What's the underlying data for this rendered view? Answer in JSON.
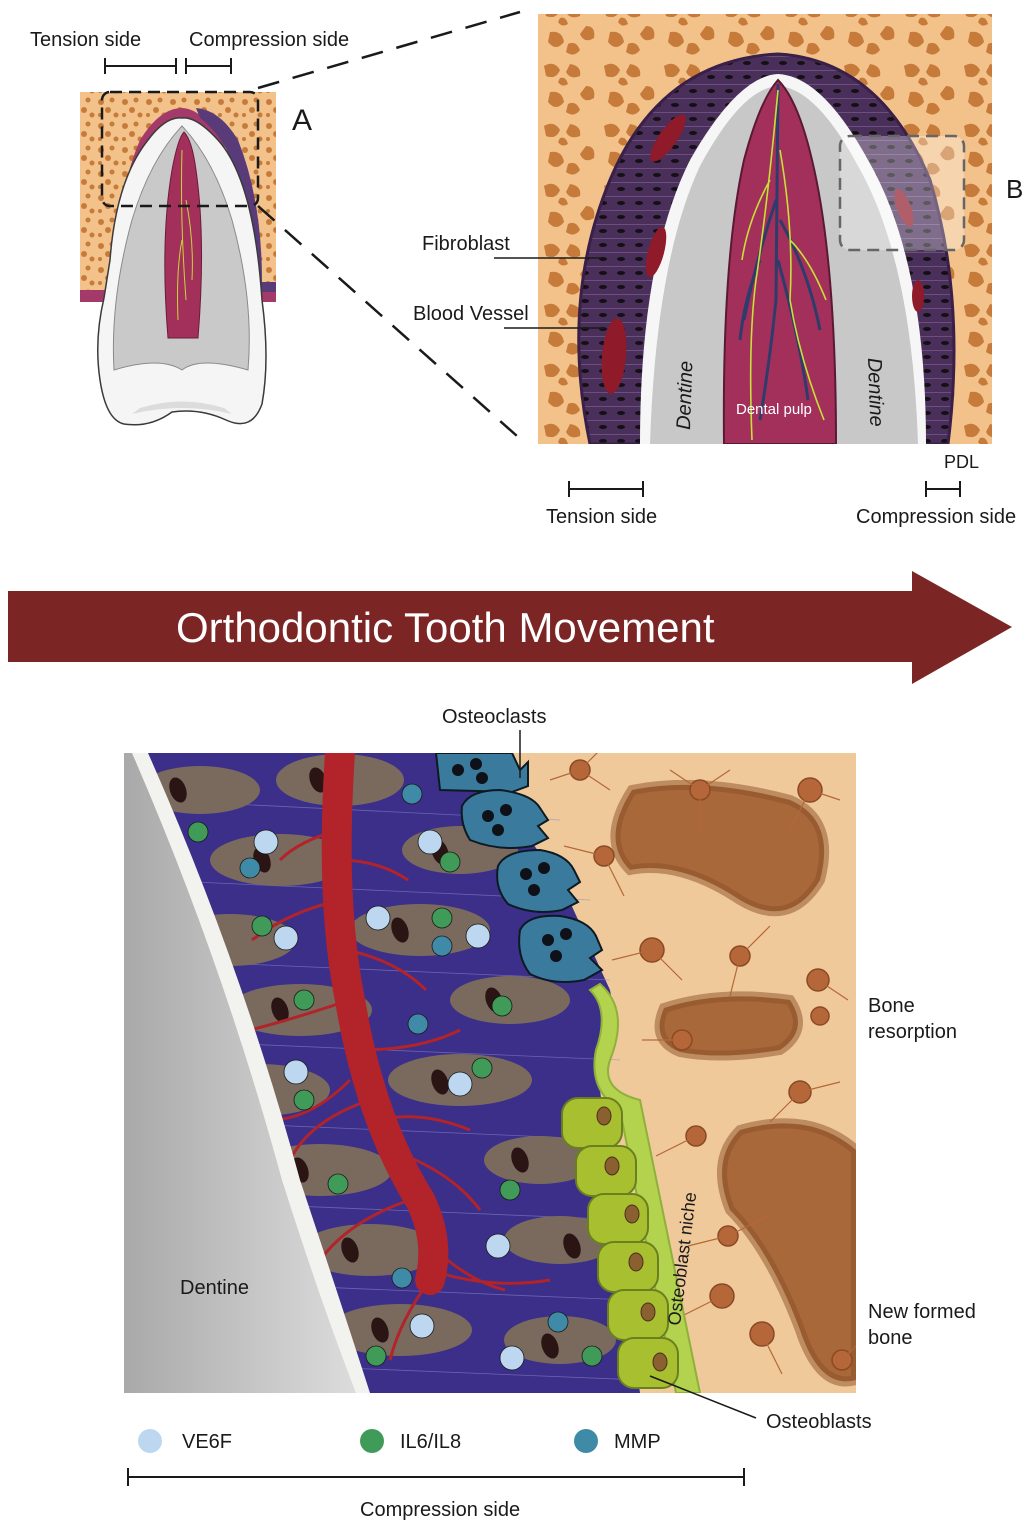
{
  "panel_top": {
    "small_tooth": {
      "tension_label": "Tension side",
      "compression_label": "Compression side",
      "letter": "A"
    },
    "zoom": {
      "letter": "B",
      "fibroblast_label": "Fibroblast",
      "blood_vessel_label": "Blood Vessel",
      "dentine_left": "Dentine",
      "dentine_right": "Dentine",
      "pulp_label": "Dental pulp",
      "pdl_label": "PDL",
      "tension_label": "Tension side",
      "compression_label": "Compression side"
    }
  },
  "arrow": {
    "title": "Orthodontic Tooth Movement",
    "color": "#7b2525"
  },
  "panel_bottom": {
    "osteoclasts_label": "Osteoclasts",
    "bone_resorption_label": "Bone resorption",
    "bone_resorption_line1": "Bone",
    "bone_resorption_line2": "resorption",
    "new_bone_line1": "New formed",
    "new_bone_line2": "bone",
    "osteoblasts_label": "Osteoblasts",
    "niche_label": "Osteoblast niche",
    "dentine_label": "Dentine",
    "compression_label": "Compression side"
  },
  "legend": [
    {
      "label": "VE6F",
      "color": "#bcd7ef"
    },
    {
      "label": "IL6/IL8",
      "color": "#3f9b57"
    },
    {
      "label": "MMP",
      "color": "#3f8aa6"
    }
  ],
  "colors": {
    "bone": "#f2c28a",
    "bone_spots": "#c77b3a",
    "pdl": "#4a2f5a",
    "pulp": "#a2305a",
    "dentine": "#c8c8c8",
    "enamel": "#f4f4f4",
    "pdl_matrix": "#3b2f8a",
    "fibroblast": "#7a6a5e",
    "osteoblast": "#a8c030",
    "osteoclast": "#3a7a9c",
    "vessel": "#b2232a"
  }
}
